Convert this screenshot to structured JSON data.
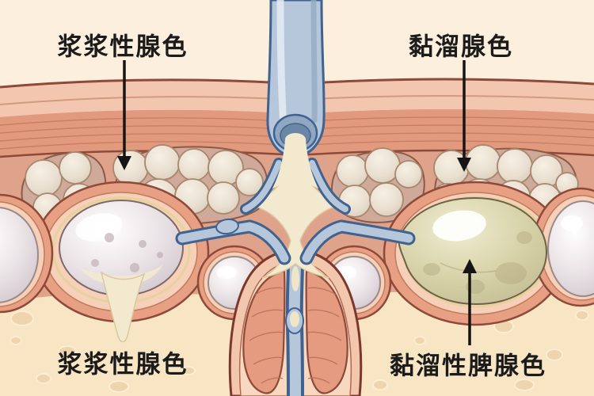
{
  "figure": {
    "type": "anatomical-gland-illustration",
    "labels": {
      "top_left": "浆浆性腺色",
      "top_right": "黏溜腺色",
      "bottom_left": "浆浆性腺色",
      "bottom_right": "黏溜性脾腺色"
    },
    "annotations": {
      "arrows": [
        {
          "name": "top-left-arrow",
          "direction": "down",
          "points_to": "left-acini-cluster"
        },
        {
          "name": "top-right-arrow",
          "direction": "down",
          "points_to": "right-acini-cluster"
        },
        {
          "name": "bottom-right-arrow",
          "direction": "up",
          "points_to": "mucous-gland"
        }
      ]
    },
    "colors": {
      "background_top": "#fcefdd",
      "background_sand": "#f7e5c4",
      "tissue_band": "#e29a7e",
      "tissue_outline": "#8d4a38",
      "acini_bed": "#cfa99a",
      "acini_cell": "#e9dfd0",
      "serous_gland": "#ded5da",
      "mucous_gland": "#d6d0a8",
      "duct_fill": "#b7c7db",
      "duct_outline": "#3f628e",
      "secretion": "#f2e9cf",
      "label_text": "#1b1b1b"
    }
  }
}
